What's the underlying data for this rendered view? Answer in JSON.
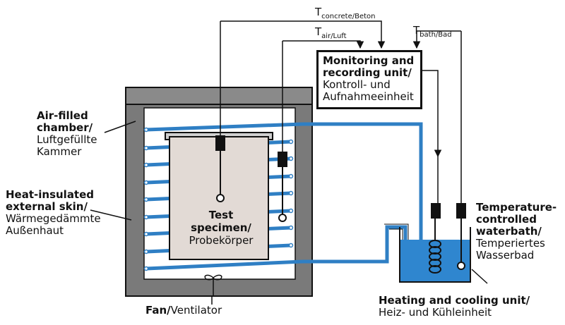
{
  "labels": {
    "air_chamber": {
      "bold1": "Air-filled",
      "bold2": "chamber/",
      "normal1": "Luftgefüllte",
      "normal2": "Kammer"
    },
    "skin": {
      "bold1": "Heat-insulated",
      "bold2": "external skin/",
      "normal1": "Wärmegedämmte",
      "normal2": "Außenhaut"
    },
    "specimen": {
      "bold1": "Test",
      "bold2": "specimen/",
      "normal": "Probekörper"
    },
    "monitor": {
      "bold1": "Monitoring and",
      "bold2": "recording unit/",
      "normal1": "Kontroll- und",
      "normal2": "Aufnahmeeinheit"
    },
    "waterbath": {
      "bold1": "Temperature-",
      "bold2": "controlled",
      "bold3": "waterbath/",
      "normal1": "Temperiertes",
      "normal2": "Wasserbad"
    },
    "heating": {
      "bold": "Heating and cooling unit/",
      "normal": "Heiz- und Kühleinheit"
    },
    "fan": {
      "bold": "Fan/",
      "normal": "Ventilator"
    }
  },
  "sensors": {
    "concrete": {
      "main": "T",
      "sub": "concrete/Beton"
    },
    "air": {
      "main": "T",
      "sub": "air/Luft"
    },
    "bath": {
      "main": "T",
      "sub": "bath/Bad"
    }
  },
  "colors": {
    "pipe": "#2f7fc4",
    "water": "#2f86cf",
    "housing": "#7a7a7a",
    "specimen": "#e2dad5"
  }
}
